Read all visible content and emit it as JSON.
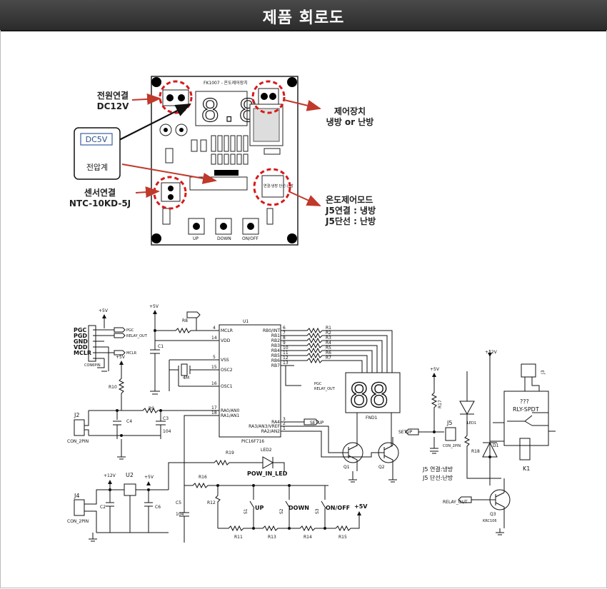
{
  "header": {
    "title": "제품 회로도"
  },
  "board": {
    "title": "FK1007 - 온도제어장치",
    "buttons": [
      "UP",
      "DOWN",
      "ON/OFF"
    ],
    "j5_label": "연결:냉방 단선:난방"
  },
  "annotations": {
    "power": [
      "전원연결",
      "DC12V"
    ],
    "control": [
      "제어장치",
      "냉방 or 난방"
    ],
    "voltmeter_box": [
      "DC5V",
      "전압계"
    ],
    "sensor": [
      "센서연결",
      "NTC-10KD-5J"
    ],
    "mode": [
      "온도제어모드",
      "J5연결 : 냉방",
      "J5단선 : 난방"
    ]
  },
  "schematic": {
    "mcu": {
      "ref": "U1",
      "part": "PIC16F716",
      "left_pins": [
        {
          "num": "4",
          "name": "MCLR"
        },
        {
          "num": "14",
          "name": "VDD"
        },
        {
          "num": "5",
          "name": "VSS"
        },
        {
          "num": "15",
          "name": "OSC2"
        },
        {
          "num": "16",
          "name": "OSC1"
        },
        {
          "num": "17",
          "name": "RA0/AN0"
        },
        {
          "num": "18",
          "name": "RA1/AN1"
        }
      ],
      "right_pins": [
        {
          "num": "6",
          "name": "RB0/INT"
        },
        {
          "num": "7",
          "name": "RB1"
        },
        {
          "num": "8",
          "name": "RB2"
        },
        {
          "num": "9",
          "name": "RB3"
        },
        {
          "num": "10",
          "name": "RB4"
        },
        {
          "num": "11",
          "name": "RB5"
        },
        {
          "num": "12",
          "name": "RB6"
        },
        {
          "num": "13",
          "name": "RB7"
        },
        {
          "num": "3",
          "name": "RA4"
        },
        {
          "num": "2",
          "name": "RA3/AN3/VREF"
        },
        {
          "num": "1",
          "name": "RA2/AN2"
        }
      ]
    },
    "isp_labels": [
      "PGC",
      "PGD",
      "GND",
      "VDD",
      "MCLR"
    ],
    "isp_connector": "CON6PIN",
    "isp_out_labels": [
      "PGC",
      "RELAY_OUT",
      "MCLR"
    ],
    "pgc_relay": [
      "PGC",
      "RELAY_OUT"
    ],
    "resistors_rb": [
      "R1",
      "R2",
      "R3",
      "R4",
      "R5",
      "R6",
      "R7"
    ],
    "display": {
      "ref": "FND1",
      "digits": "88"
    },
    "setup_label": "SETUP",
    "relay_out_label": "RELAY_OUT",
    "rails": {
      "plus5": "+5V",
      "plus12": "+12V"
    },
    "parts": {
      "r8": "R8",
      "r9": "R9",
      "r10": "R10",
      "r11": "R11",
      "r12": "R12",
      "r13": "R13",
      "r14": "R14",
      "r15": "R15",
      "r16": "R16",
      "r17": "R17",
      "r18": "R18",
      "r19": "R19",
      "c1": "C1",
      "c3": "C3",
      "c3v": "104",
      "c4": "C4",
      "c5": "C5",
      "c5v": "104",
      "c2": "C2",
      "c6": "C6",
      "xtal": "4M",
      "j2": "J2",
      "j2part": "CON_2PIN",
      "j4": "J4",
      "j4part": "CON_2PIN",
      "j5": "J5",
      "j5part": "CON_2PIN",
      "j3": "J3",
      "u2": "U2",
      "led1": "LED1",
      "led2": "LED2",
      "pow_led": "POW_IN_LED",
      "q1": "Q1",
      "q2": "Q2",
      "q3": "Q3",
      "q3part": "KRC106",
      "d1": "D1",
      "k1": "K1",
      "relay": "RLY-SPDT",
      "relay_q": "???",
      "s1": "S1",
      "s2": "S2",
      "s3": "S3",
      "up": "UP",
      "down": "DOWN",
      "onoff": "ON/OFF"
    },
    "j5_notes": [
      "J5 연결:냉방",
      "J5 단선:난방"
    ]
  },
  "colors": {
    "header": "#333333",
    "highlight": "#d7191c",
    "arrow": "#c0392b"
  }
}
